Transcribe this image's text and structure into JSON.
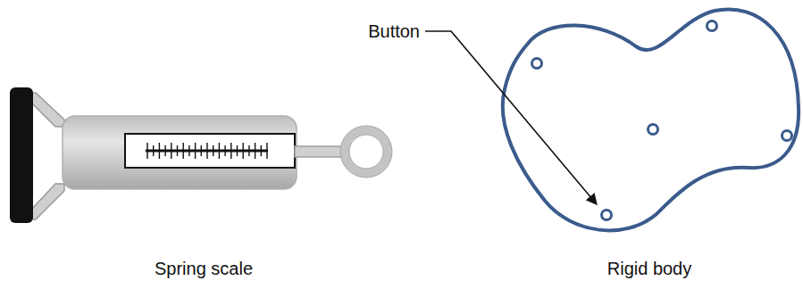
{
  "diagram": {
    "labels": [
      "Button",
      "Spring scale",
      "Rigid body"
    ]
  }
}
